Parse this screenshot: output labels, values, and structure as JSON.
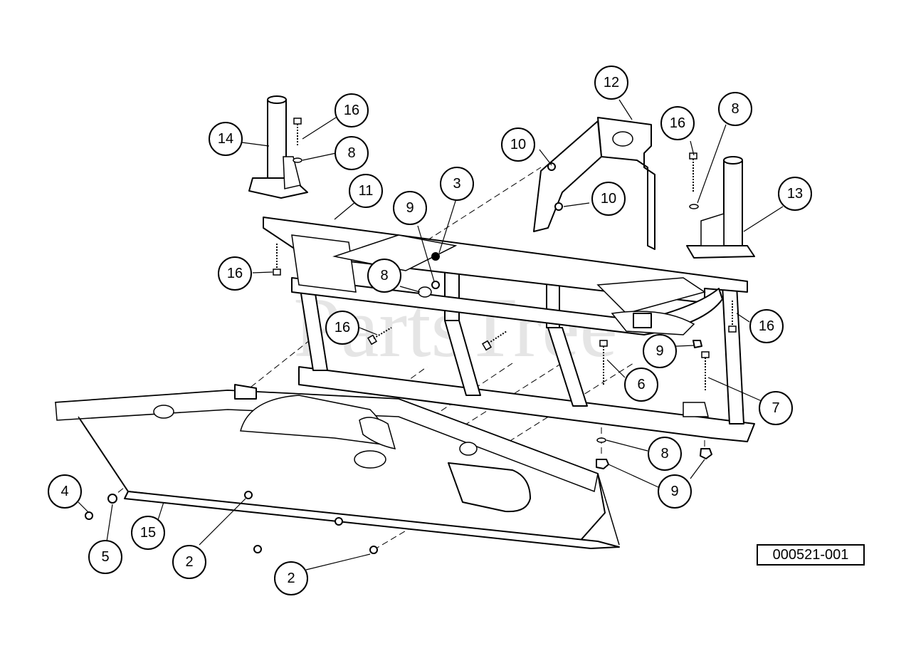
{
  "drawing_id": "000521-001",
  "watermark": "PartsTree",
  "callouts": [
    "14",
    "16",
    "8",
    "11",
    "12",
    "10",
    "10",
    "16",
    "8",
    "3",
    "9",
    "8",
    "13",
    "16",
    "16",
    "16",
    "9",
    "6",
    "7",
    "8",
    "9",
    "4",
    "5",
    "15",
    "2",
    "2"
  ]
}
